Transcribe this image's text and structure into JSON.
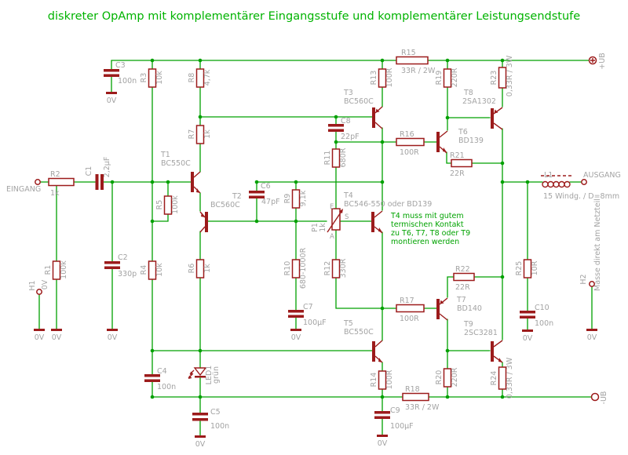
{
  "title": "diskreter OpAmp mit komplementärer Eingangsstufe und komplementärer Leistungsendstufe",
  "colors": {
    "wire": "#00a000",
    "component": "#9c1b1b",
    "label_text": "#a3a3a3",
    "title_text": "#00b300",
    "note_text": "#00a300",
    "background": "#ffffff"
  },
  "labels": {
    "gnd": "0V",
    "input": "EINGANG",
    "output": "AUSGANG",
    "vplus": "+UB",
    "vminus": "-UB"
  },
  "note_t4": {
    "line1": "T4 muss mit gutem",
    "line2": "termischen Kontakt",
    "line3": "zu T6, T7, T8 oder T9",
    "line4": "montieren werden"
  },
  "parts": {
    "R1": {
      "name": "R1",
      "value": "100k"
    },
    "R2": {
      "name": "R2",
      "value": "1k"
    },
    "R3": {
      "name": "R3",
      "value": "10k"
    },
    "R4": {
      "name": "R4",
      "value": "10k"
    },
    "R5": {
      "name": "R5",
      "value": "100k"
    },
    "R6": {
      "name": "R6",
      "value": "1k"
    },
    "R7": {
      "name": "R7",
      "value": "1k"
    },
    "R8": {
      "name": "R8",
      "value": "4,7k"
    },
    "R9": {
      "name": "R9",
      "value": "9,1k"
    },
    "R10": {
      "name": "R10",
      "value": "680-1000R"
    },
    "R11": {
      "name": "R11",
      "value": "680R"
    },
    "R12": {
      "name": "R12",
      "value": "330R"
    },
    "R13": {
      "name": "R13",
      "value": "100R"
    },
    "R14": {
      "name": "R14",
      "value": "100R"
    },
    "R15": {
      "name": "R15",
      "value": "33R / 2W"
    },
    "R16": {
      "name": "R16",
      "value": "100R"
    },
    "R17": {
      "name": "R17",
      "value": "100R"
    },
    "R18": {
      "name": "R18",
      "value": "33R / 2W"
    },
    "R19": {
      "name": "R19",
      "value": "220R"
    },
    "R20": {
      "name": "R20",
      "value": "220R"
    },
    "R21": {
      "name": "R21",
      "value": "22R"
    },
    "R22": {
      "name": "R22",
      "value": "22R"
    },
    "R23": {
      "name": "R23",
      "value": "0,33R / 3W"
    },
    "R24": {
      "name": "R24",
      "value": "0,33R / 3W"
    },
    "R25": {
      "name": "R25",
      "value": "10R"
    },
    "C1": {
      "name": "C1",
      "value": "2,2µF"
    },
    "C2": {
      "name": "C2",
      "value": "330p"
    },
    "C3": {
      "name": "C3",
      "value": "100n"
    },
    "C4": {
      "name": "C4",
      "value": "100n"
    },
    "C5": {
      "name": "C5",
      "value": "100n"
    },
    "C6": {
      "name": "C6",
      "value": "47pF"
    },
    "C7": {
      "name": "C7",
      "value": "100µF"
    },
    "C8": {
      "name": "C8",
      "value": "22pF"
    },
    "C9": {
      "name": "C9",
      "value": "100µF"
    },
    "C10": {
      "name": "C10",
      "value": "100n"
    },
    "T1": {
      "name": "T1",
      "value": "BC550C"
    },
    "T2": {
      "name": "T2",
      "value": "BC560C"
    },
    "T3": {
      "name": "T3",
      "value": "BC560C"
    },
    "T4": {
      "name": "T4",
      "value": "BC546-550 oder BD139"
    },
    "T5": {
      "name": "T5",
      "value": "BC550C"
    },
    "T6": {
      "name": "T6",
      "value": "BD139"
    },
    "T7": {
      "name": "T7",
      "value": "BD140"
    },
    "T8": {
      "name": "T8",
      "value": "2SA1302"
    },
    "T9": {
      "name": "T9",
      "value": "2SC3281"
    },
    "P1": {
      "name": "P1",
      "value": "1k",
      "pin_e": "E",
      "pin_s": "S",
      "pin_a": "A"
    },
    "L1": {
      "name": "L1",
      "value": "15 Windg. / D=8mm"
    },
    "LED1": {
      "name": "LED1",
      "value": "grün"
    },
    "H1": {
      "name": "H1",
      "value": "0V"
    },
    "H2": {
      "name": "H2",
      "value": "Masse direkt am Netzteil"
    }
  }
}
